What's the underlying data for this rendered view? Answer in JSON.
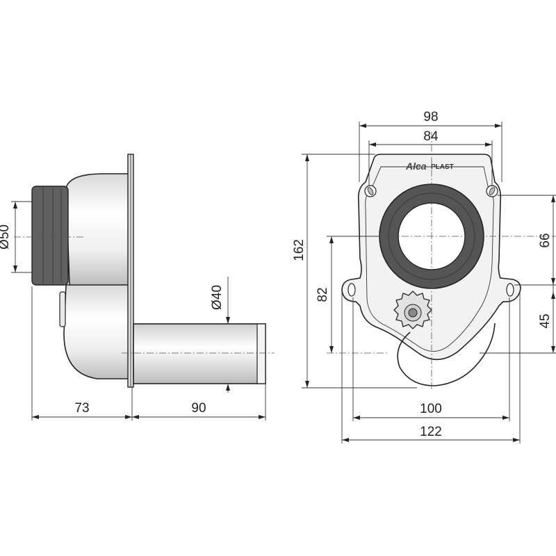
{
  "side_view": {
    "dim_diameter_inlet": "Ø50",
    "dim_diameter_outlet": "Ø40",
    "dim_depth": "73",
    "dim_outlet_length": "90"
  },
  "front_view": {
    "dim_outer_width": "98",
    "dim_inner_width": "84",
    "dim_height": "162",
    "dim_center_height": "82",
    "dim_upper_offset": "66",
    "dim_lower_offset": "45",
    "dim_bottom_width": "100",
    "dim_total_width": "122",
    "logo_brand": "Alca",
    "logo_suffix": "PLAST"
  },
  "colors": {
    "rubber_seal": "#555555",
    "line": "#222222",
    "shading": "#e6e6e6"
  }
}
